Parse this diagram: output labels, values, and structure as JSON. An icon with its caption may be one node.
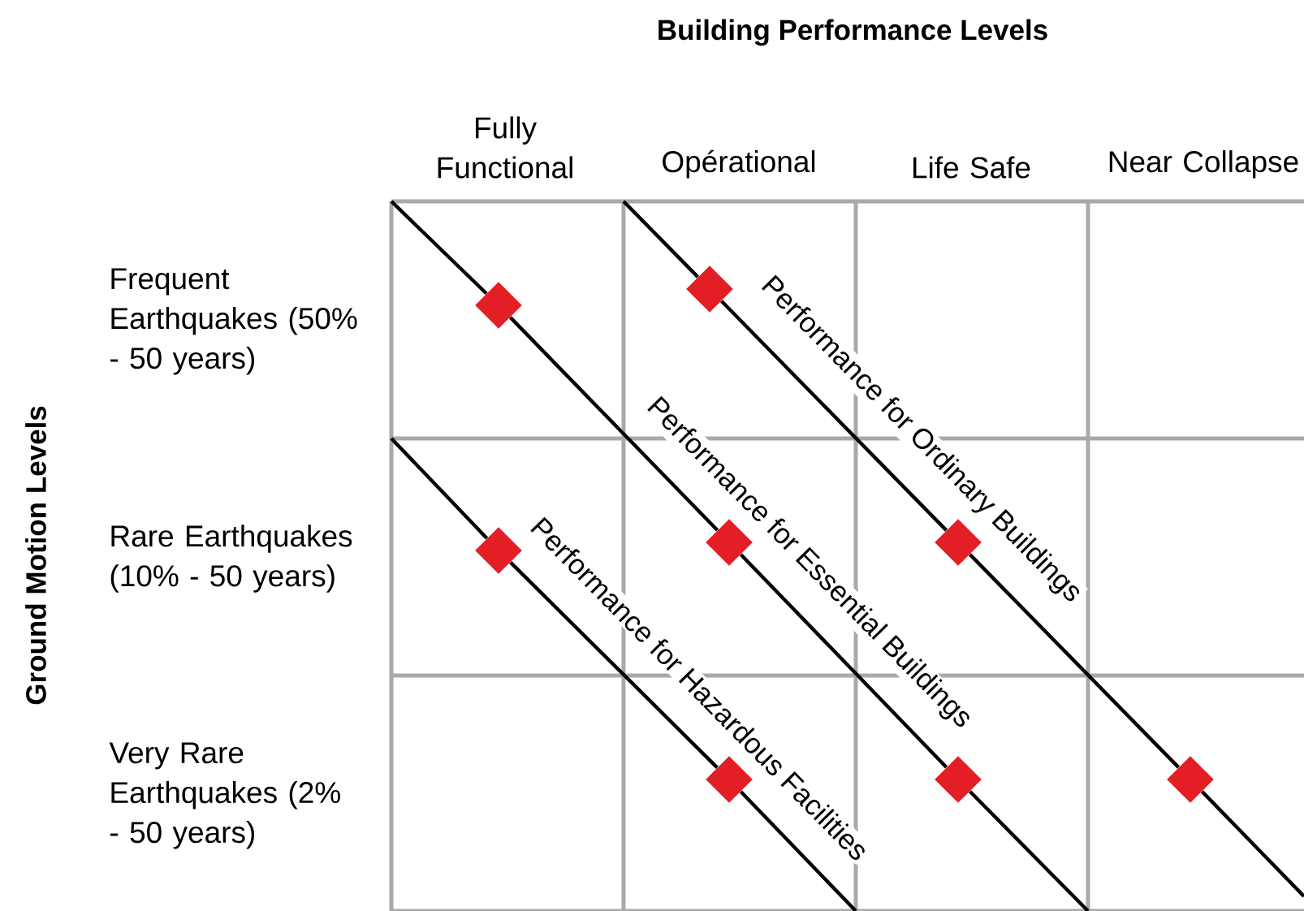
{
  "diagram": {
    "title": "Building Performance Levels",
    "nodes": [
      {
        "text": [],
        "shape": "diamond"
      },
      {
        "text": [],
        "shape": "diamond"
      },
      {
        "text": [],
        "shape": "diamond"
      },
      {
        "text": [],
        "shape": "diamond"
      },
      {
        "text": [],
        "shape": "diamond"
      },
      {
        "text": [],
        "shape": "diamond"
      },
      {
        "text": [],
        "shape": "diamond"
      },
      {
        "text": [],
        "shape": "diamond"
      }
    ],
    "edges": [
      {
        "from": null,
        "to": 0,
        "arrow": "none"
      },
      {
        "from": 0,
        "to": 3,
        "arrow": "none"
      },
      {
        "from": 3,
        "to": 6,
        "arrow": "none"
      },
      {
        "from": 6,
        "to": null,
        "arrow": "none"
      },
      {
        "from": null,
        "to": 1,
        "arrow": "none"
      },
      {
        "from": 1,
        "to": 4,
        "arrow": "none"
      },
      {
        "from": 4,
        "to": 7,
        "arrow": "none"
      },
      {
        "from": 7,
        "to": null,
        "arrow": "none"
      },
      {
        "from": null,
        "to": 2,
        "arrow": "none"
      },
      {
        "from": 2,
        "to": 5,
        "arrow": "none"
      },
      {
        "from": 5,
        "to": null,
        "arrow": "none"
      }
    ],
    "labels": [
      "Fully Functional",
      "Opérational",
      "Life Safe",
      "Near Collapse",
      "Frequent Earthquakes (50% - 50 years)",
      "Rare Earthquakes (10% - 50 years)",
      "Very Rare Earthquakes (2% - 50 years)",
      "Ground Motion Levels",
      "Performance for Ordinary Buildings",
      "Performance for Essential Buildings",
      "Performance for Hazardous Facilities"
    ]
  }
}
